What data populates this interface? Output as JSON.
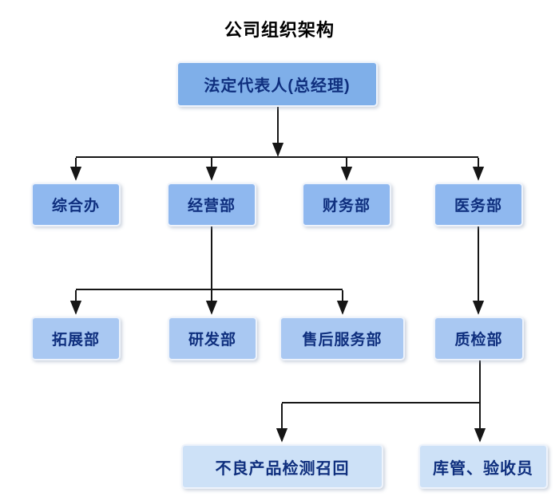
{
  "title": "公司组织架构",
  "diagram": {
    "type": "org-chart",
    "nodes": {
      "ceo": {
        "label": "法定代表人(总经理)",
        "level": 1
      },
      "zonghe": {
        "label": "综合办",
        "level": 2
      },
      "jingying": {
        "label": "经营部",
        "level": 2
      },
      "caiwu": {
        "label": "财务部",
        "level": 2
      },
      "yiwu": {
        "label": "医务部",
        "level": 2
      },
      "tuozhan": {
        "label": "拓展部",
        "level": 3
      },
      "yanfa": {
        "label": "研发部",
        "level": 3
      },
      "shouhou": {
        "label": "售后服务部",
        "level": 3
      },
      "zhijian": {
        "label": "质检部",
        "level": 3
      },
      "buliang": {
        "label": "不良产品检测召回",
        "level": 4
      },
      "kuguan": {
        "label": "库管、验收员",
        "level": 4
      }
    },
    "edges": [
      [
        "ceo",
        "zonghe"
      ],
      [
        "ceo",
        "jingying"
      ],
      [
        "ceo",
        "caiwu"
      ],
      [
        "ceo",
        "yiwu"
      ],
      [
        "jingying",
        "tuozhan"
      ],
      [
        "jingying",
        "yanfa"
      ],
      [
        "jingying",
        "shouhou"
      ],
      [
        "yiwu",
        "zhijian"
      ],
      [
        "zhijian",
        "buliang"
      ],
      [
        "zhijian",
        "kuguan"
      ]
    ],
    "colors": {
      "node_fill_level1": "#7fafe9",
      "node_fill_level2": "#8fb8ef",
      "node_fill_level3": "#a9c8f2",
      "node_fill_level4": "#cde1f7",
      "node_border": "#eef3fb",
      "node_text": "#0f2f7e",
      "connector": "#161616",
      "title_text": "#000000",
      "background": "#ffffff"
    }
  }
}
